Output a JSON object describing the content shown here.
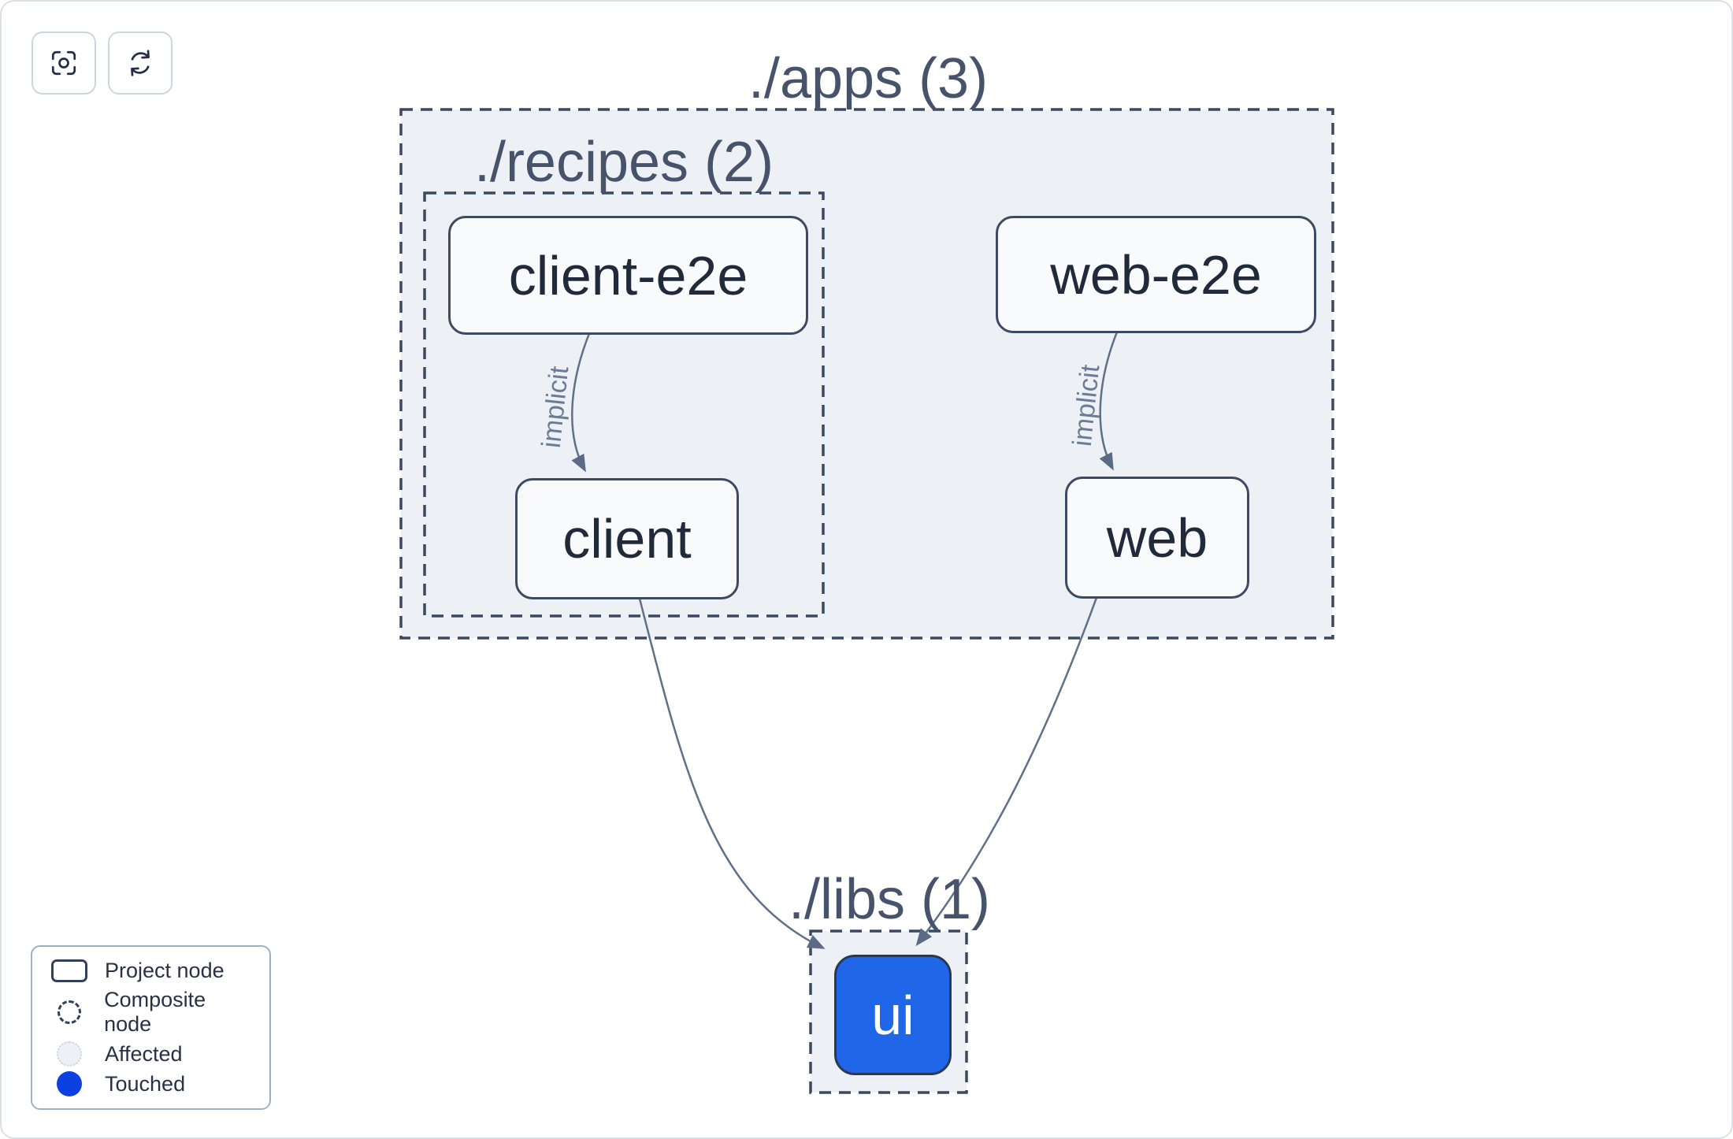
{
  "toolbar": {
    "buttons": [
      {
        "name": "focus",
        "icon": "scan-focus-icon"
      },
      {
        "name": "refresh",
        "icon": "refresh-icon"
      }
    ]
  },
  "graph": {
    "groups": [
      {
        "id": "apps",
        "label": "./apps (3)"
      },
      {
        "id": "recipes",
        "label": "./recipes (2)"
      },
      {
        "id": "libs",
        "label": "./libs (1)"
      }
    ],
    "nodes": [
      {
        "id": "client-e2e",
        "label": "client-e2e",
        "state": "normal"
      },
      {
        "id": "web-e2e",
        "label": "web-e2e",
        "state": "normal"
      },
      {
        "id": "client",
        "label": "client",
        "state": "normal"
      },
      {
        "id": "web",
        "label": "web",
        "state": "normal"
      },
      {
        "id": "ui",
        "label": "ui",
        "state": "touched"
      }
    ],
    "edges": [
      {
        "from": "client-e2e",
        "to": "client",
        "label": "implicit"
      },
      {
        "from": "web-e2e",
        "to": "web",
        "label": "implicit"
      },
      {
        "from": "client",
        "to": "ui",
        "label": ""
      },
      {
        "from": "web",
        "to": "ui",
        "label": ""
      }
    ]
  },
  "legend": {
    "items": [
      {
        "label": "Project node",
        "swatch": "project-node"
      },
      {
        "label": "Composite node",
        "swatch": "composite-node"
      },
      {
        "label": "Affected",
        "swatch": "affected"
      },
      {
        "label": "Touched",
        "swatch": "touched"
      }
    ]
  },
  "colors": {
    "touched_node_fill": "#1f66e9",
    "legend_touched": "#0c40e0",
    "group_fill": "#edf1f6",
    "group_dash": "#3b4860",
    "edge": "#5f7089",
    "node_border": "#3d4a61",
    "node_text": "#202a3a"
  }
}
